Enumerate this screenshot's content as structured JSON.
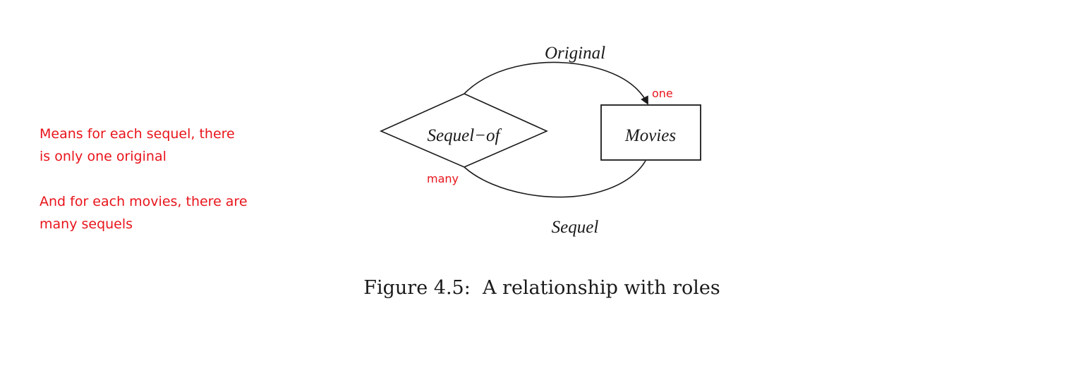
{
  "annotation": {
    "line1": "Means for each sequel, there",
    "line2": "is only one original",
    "line3": "And for each movies, there are",
    "line4": "many sequels"
  },
  "diagram": {
    "relationship_label": "Sequel−of",
    "entity_label": "Movies",
    "role_top": "Original",
    "role_bottom": "Sequel",
    "multiplicity_one": "one",
    "multiplicity_many": "many"
  },
  "caption": "Figure 4.5:  A relationship with roles",
  "colors": {
    "annotation": "#e8141b",
    "diagram_ink": "#1a1a1a"
  }
}
